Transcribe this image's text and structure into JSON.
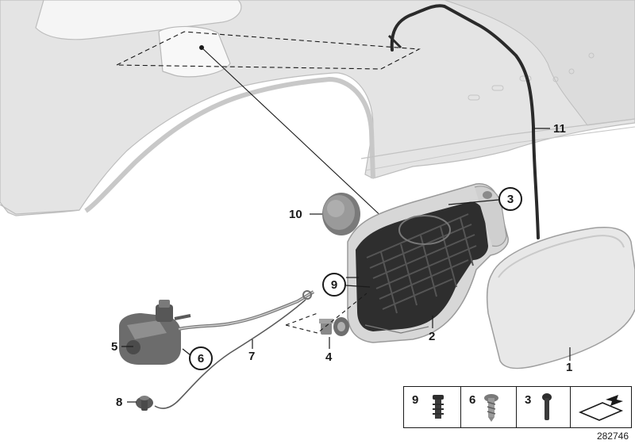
{
  "callouts": {
    "c1": "1",
    "c2": "2",
    "c3": "3",
    "c4": "4",
    "c5": "5",
    "c6": "6",
    "c7": "7",
    "c8": "8",
    "c9": "9",
    "c10": "10",
    "c11": "11"
  },
  "legend": {
    "items": [
      {
        "label": "9",
        "icon": "push-rivet-icon"
      },
      {
        "label": "6",
        "icon": "screw-icon"
      },
      {
        "label": "3",
        "icon": "plug-icon"
      },
      {
        "label": "",
        "icon": "arrow-panel-icon"
      }
    ]
  },
  "diagram_code": "282746"
}
